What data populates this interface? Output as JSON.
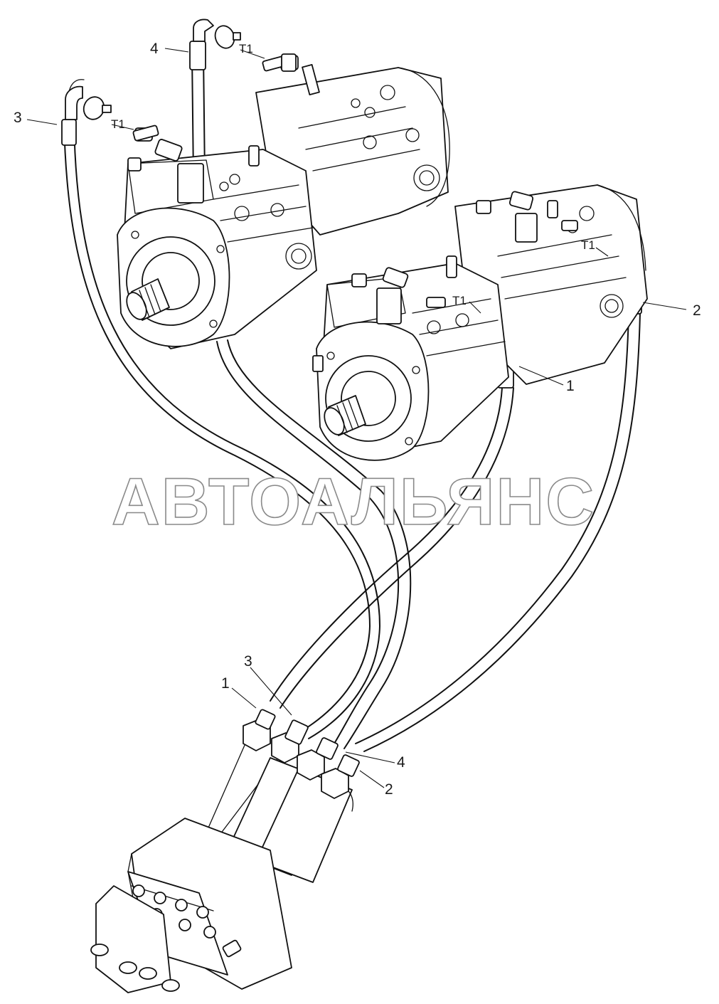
{
  "watermark": "АВТОАЛЬЯНС",
  "callouts": {
    "top_3": "3",
    "top_4": "4",
    "right_2": "2",
    "right_1": "1",
    "bottom_1": "1",
    "bottom_3": "3",
    "bottom_4": "4",
    "bottom_2": "2"
  },
  "ports": {
    "t1_pump_a": "T1",
    "t1_pump_b": "T1",
    "t1_pump_c": "T1",
    "t1_pump_d": "T1"
  }
}
